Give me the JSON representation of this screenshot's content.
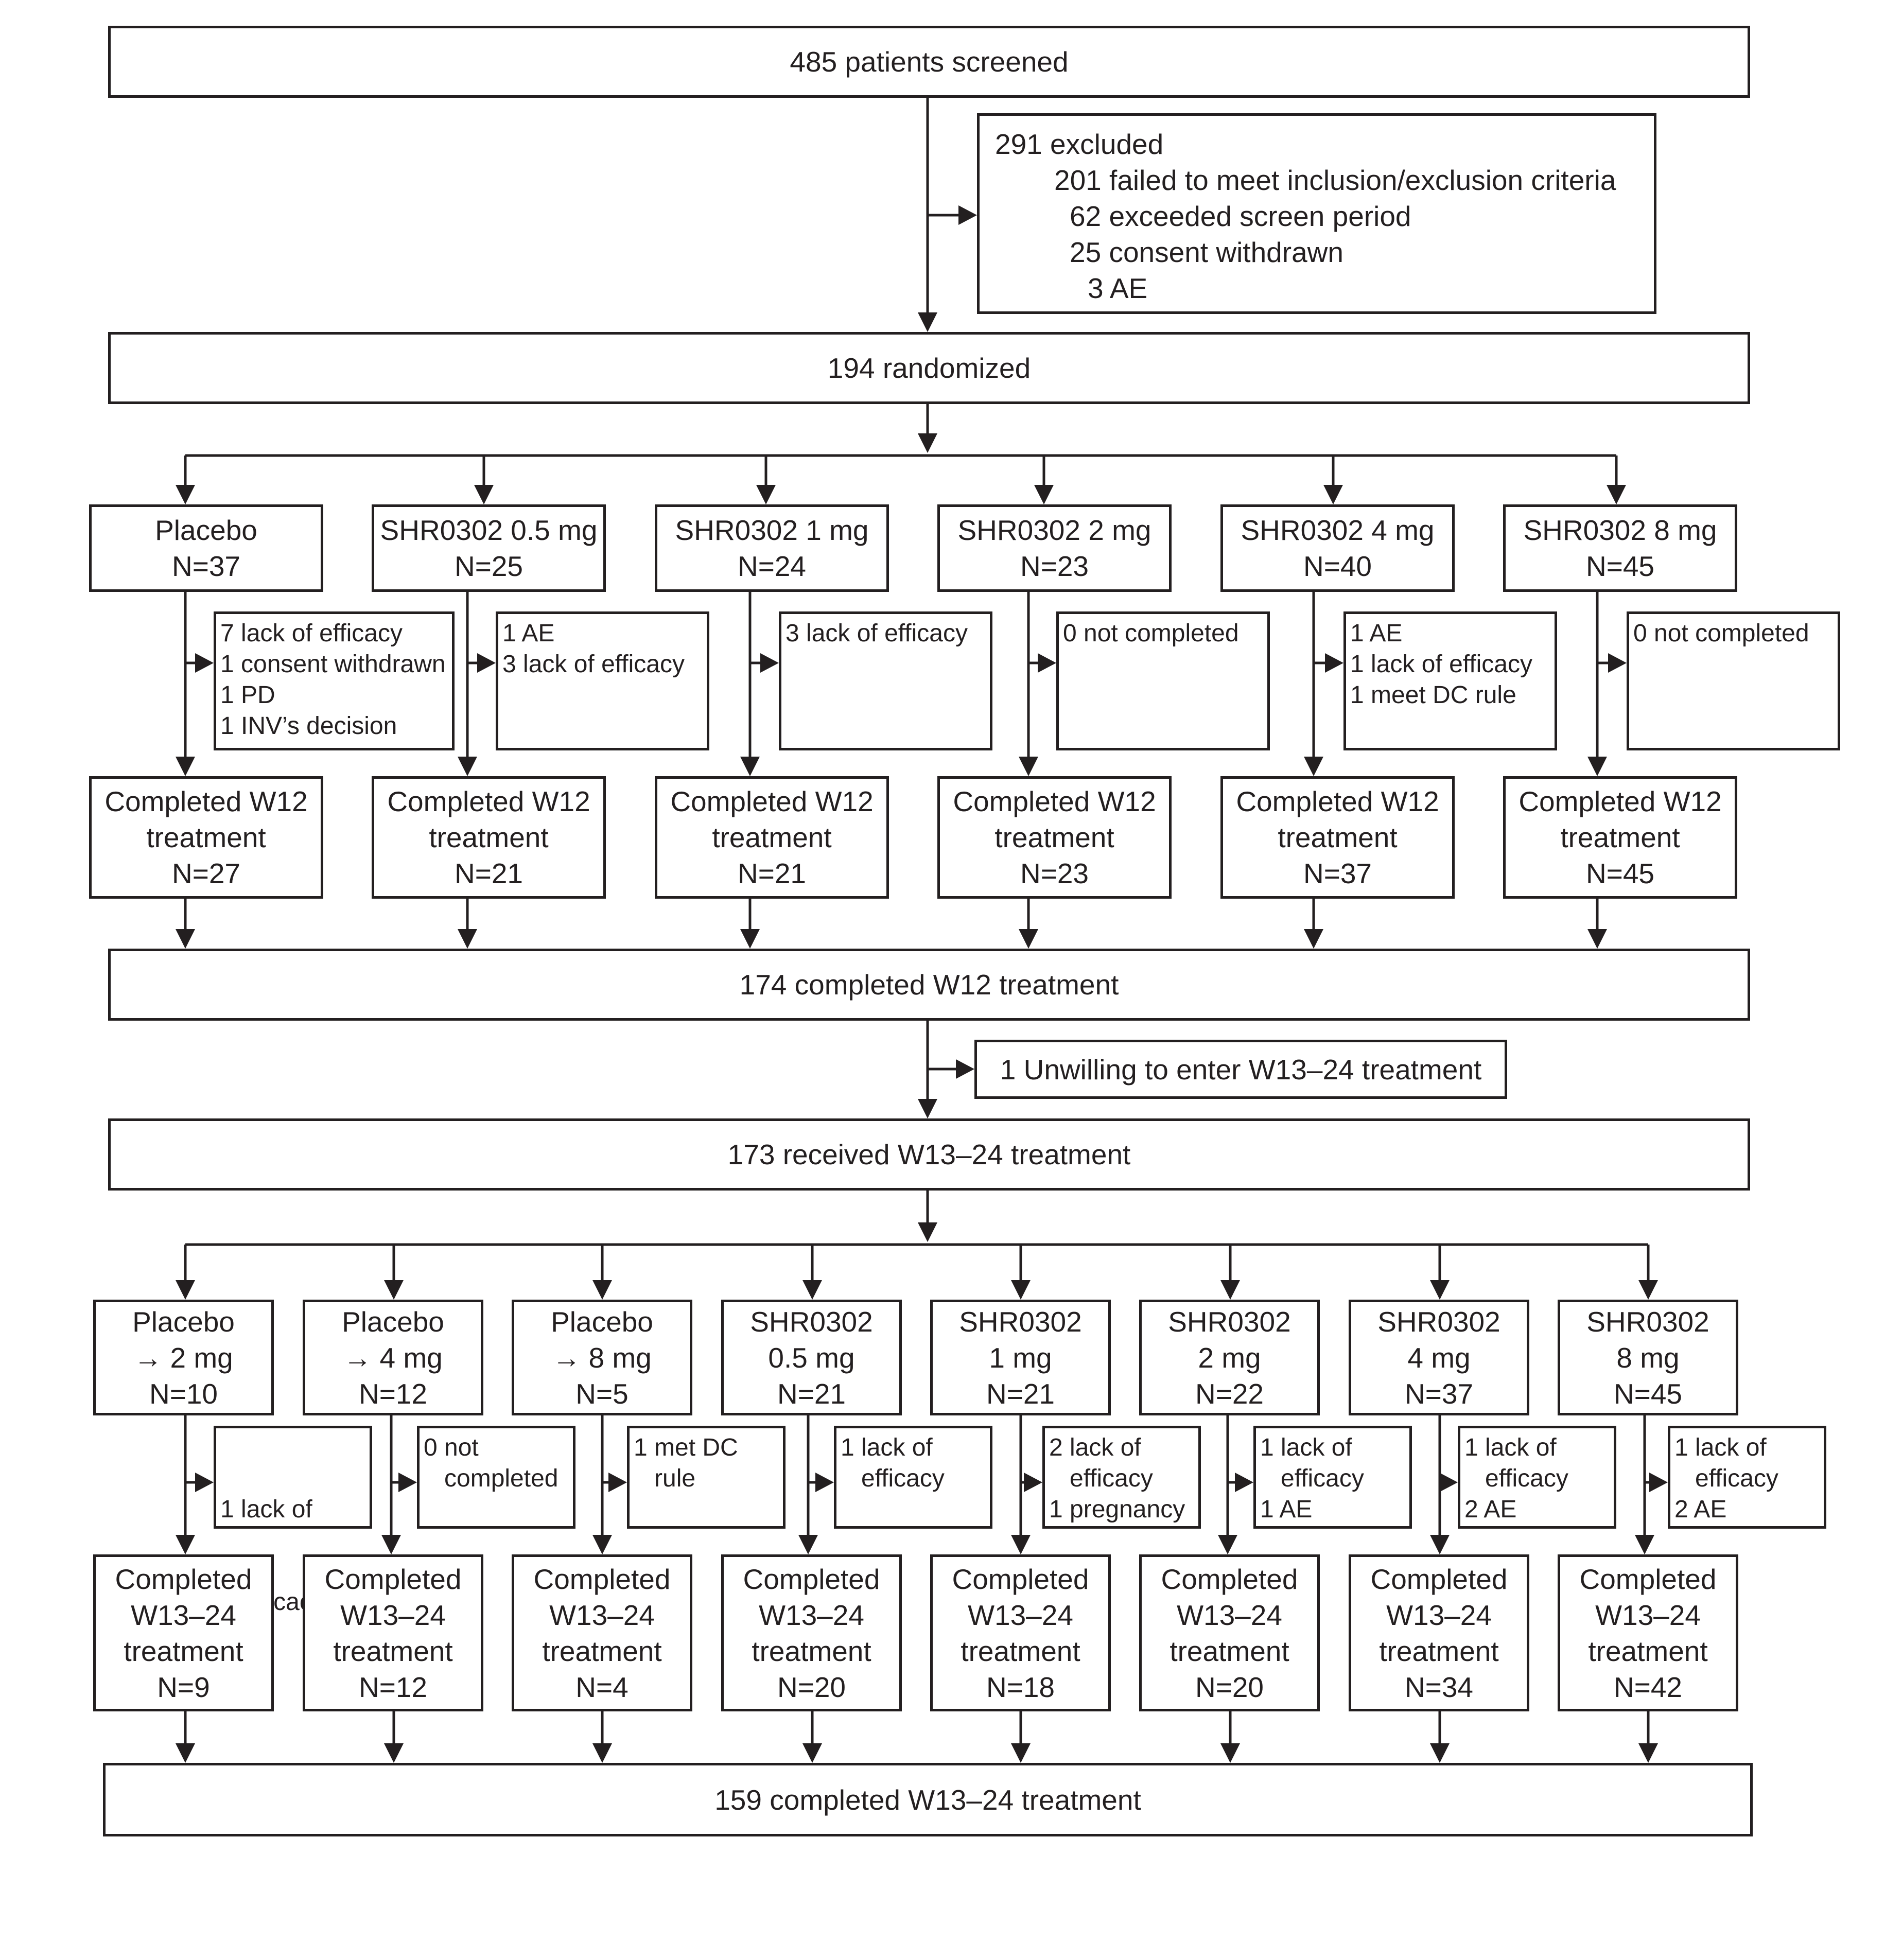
{
  "screened": "485 patients screened",
  "excluded": [
    "291 excluded",
    "201 failed to meet inclusion/exclusion criteria",
    "62 exceeded screen period",
    "25 consent withdrawn",
    "3 AE"
  ],
  "randomized": "194 randomized",
  "phase1": {
    "arms": [
      {
        "name": "Placebo",
        "n": "N=37",
        "reasons": [
          "7 lack of efficacy",
          "1 consent withdrawn",
          "1 PD",
          "1 INV’s decision"
        ],
        "completed": [
          "Completed W12",
          "treatment",
          "N=27"
        ]
      },
      {
        "name": "SHR0302 0.5 mg",
        "n": "N=25",
        "reasons": [
          "1 AE",
          "3 lack of efficacy"
        ],
        "completed": [
          "Completed W12",
          "treatment",
          "N=21"
        ]
      },
      {
        "name": "SHR0302 1 mg",
        "n": "N=24",
        "reasons": [
          "3 lack of efficacy"
        ],
        "completed": [
          "Completed W12",
          "treatment",
          "N=21"
        ]
      },
      {
        "name": "SHR0302 2 mg",
        "n": "N=23",
        "reasons": [
          "0 not completed"
        ],
        "completed": [
          "Completed W12",
          "treatment",
          "N=23"
        ]
      },
      {
        "name": "SHR0302 4 mg",
        "n": "N=40",
        "reasons": [
          "1 AE",
          "1 lack of efficacy",
          "1 meet DC rule"
        ],
        "completed": [
          "Completed W12",
          "treatment",
          "N=37"
        ]
      },
      {
        "name": "SHR0302 8 mg",
        "n": "N=45",
        "reasons": [
          "0 not completed"
        ],
        "completed": [
          "Completed W12",
          "treatment",
          "N=45"
        ]
      }
    ],
    "total": "174 completed W12 treatment"
  },
  "unwilling": "1 Unwilling to enter W13–24 treatment",
  "received": "173 received W13–24 treatment",
  "phase2": {
    "arms": [
      {
        "name": [
          "Placebo",
          "→ 2 mg",
          "N=10"
        ],
        "reasons": [
          "1 lack of",
          "   efficacy"
        ],
        "completed": [
          "Completed",
          "W13–24",
          "treatment",
          "N=9"
        ]
      },
      {
        "name": [
          "Placebo",
          "→ 4 mg",
          "N=12"
        ],
        "reasons": [
          "0 not",
          "   completed"
        ],
        "completed": [
          "Completed",
          "W13–24",
          "treatment",
          "N=12"
        ]
      },
      {
        "name": [
          "Placebo",
          "→ 8 mg",
          "N=5"
        ],
        "reasons": [
          "1 met DC",
          "   rule"
        ],
        "completed": [
          "Completed",
          "W13–24",
          "treatment",
          "N=4"
        ]
      },
      {
        "name": [
          "SHR0302",
          "0.5 mg",
          "N=21"
        ],
        "reasons": [
          "1 lack of",
          "   efficacy"
        ],
        "completed": [
          "Completed",
          "W13–24",
          "treatment",
          "N=20"
        ]
      },
      {
        "name": [
          "SHR0302",
          "1 mg",
          "N=21"
        ],
        "reasons": [
          "2 lack of",
          "   efficacy",
          "1 pregnancy"
        ],
        "completed": [
          "Completed",
          "W13–24",
          "treatment",
          "N=18"
        ]
      },
      {
        "name": [
          "SHR0302",
          "2 mg",
          "N=22"
        ],
        "reasons": [
          "1 lack of",
          "   efficacy",
          "1 AE"
        ],
        "completed": [
          "Completed",
          "W13–24",
          "treatment",
          "N=20"
        ]
      },
      {
        "name": [
          "SHR0302",
          "4 mg",
          "N=37"
        ],
        "reasons": [
          "1 lack of",
          "   efficacy",
          "2 AE"
        ],
        "completed": [
          "Completed",
          "W13–24",
          "treatment",
          "N=34"
        ]
      },
      {
        "name": [
          "SHR0302",
          "8 mg",
          "N=45"
        ],
        "reasons": [
          "1 lack of",
          "   efficacy",
          "2 AE"
        ],
        "completed": [
          "Completed",
          "W13–24",
          "treatment",
          "N=42"
        ]
      }
    ],
    "total": "159 completed W13–24 treatment"
  }
}
